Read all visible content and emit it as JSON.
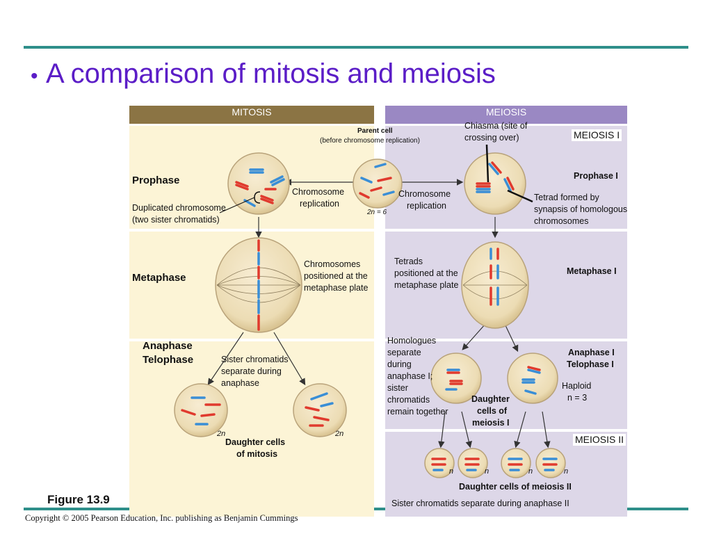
{
  "title": "A comparison of mitosis and meiosis",
  "headers": {
    "mitosis": "MITOSIS",
    "meiosis": "MEIOSIS"
  },
  "parent_cell": {
    "title": "Parent cell",
    "subtitle": "(before chromosome replication)",
    "ploidy": "2n = 6"
  },
  "mitosis": {
    "prophase": "Prophase",
    "metaphase": "Metaphase",
    "anaphase": "Anaphase",
    "telophase": "Telophase",
    "duplicated_1": "Duplicated chromosome",
    "duplicated_2": "(two sister chromatids)",
    "replication_1": "Chromosome",
    "replication_2": "replication",
    "positioned_1": "Chromosomes",
    "positioned_2": "positioned at the",
    "positioned_3": "metaphase plate",
    "sister_1": "Sister chromatids",
    "sister_2": "separate during",
    "sister_3": "anaphase",
    "ploidy_left": "2n",
    "ploidy_right": "2n",
    "daughter_1": "Daughter cells",
    "daughter_2": "of mitosis"
  },
  "meiosis": {
    "meiosis1": "MEIOSIS I",
    "meiosis2": "MEIOSIS II",
    "chiasma_1": "Chiasma (site of",
    "chiasma_2": "crossing over)",
    "prophase1": "Prophase I",
    "replication_1": "Chromosome",
    "replication_2": "replication",
    "tetrad_1": "Tetrad formed by",
    "tetrad_2": "synapsis of homologous",
    "tetrad_3": "chromosomes",
    "tetrads_1": "Tetrads",
    "tetrads_2": "positioned at the",
    "tetrads_3": "metaphase plate",
    "metaphase1": "Metaphase I",
    "homologues": [
      "Homologues",
      "separate",
      "during",
      "anaphase I;",
      "sister",
      "chromatids",
      "remain together"
    ],
    "anaphase1": "Anaphase I",
    "telophase1": "Telophase I",
    "haploid_1": "Haploid",
    "haploid_2": "n = 3",
    "daughter1_1": "Daughter",
    "daughter1_2": "cells of",
    "daughter1_3": "meiosis I",
    "n_labels": [
      "n",
      "n",
      "n",
      "n"
    ],
    "daughter2": "Daughter cells of meiosis II",
    "sister2": "Sister chromatids separate during anaphase II"
  },
  "figure": "Figure 13.9",
  "copyright": "Copyright © 2005 Pearson Education, Inc. publishing as Benjamin Cummings",
  "colors": {
    "mitosis_header": "#8b7444",
    "meiosis_header": "#9a88c3",
    "mitosis_panel": "#fcf4d6",
    "meiosis_panel": "#ddd7e8",
    "red": "#e03a2e",
    "blue": "#3a8ed6",
    "title": "#5b1dc7",
    "rule": "#2f8f8a"
  }
}
